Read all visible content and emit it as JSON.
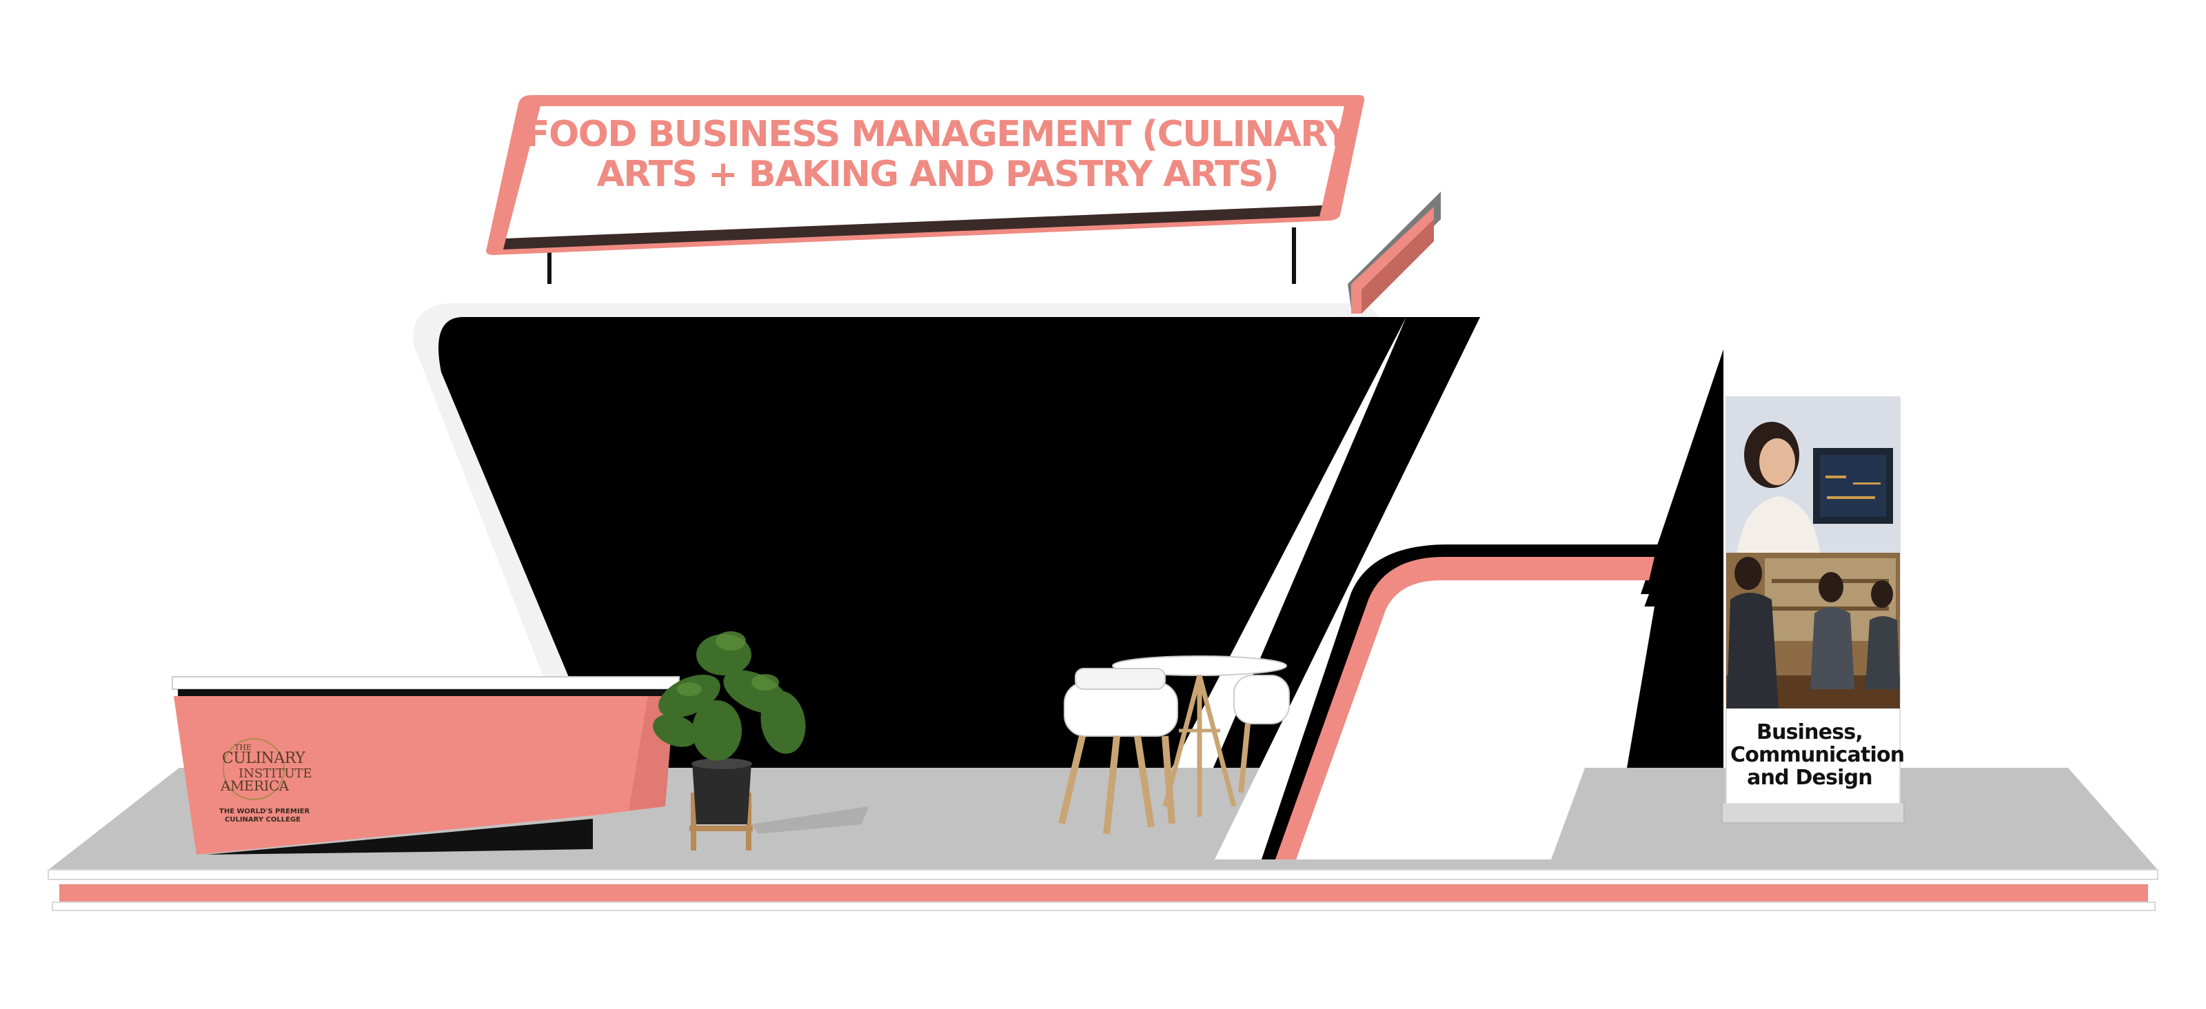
{
  "header_sign": {
    "title": "FOOD BUSINESS MANAGEMENT (CULINARY\nARTS + BAKING AND PASTRY ARTS)"
  },
  "counter_logo": {
    "line_1": "THE",
    "line_2": "CULINARY",
    "line_3": "INSTITUTE",
    "line_4": "AMERICA",
    "tagline_1": "THE WORLD'S PREMIER",
    "tagline_2": "CULINARY COLLEGE"
  },
  "roll_up_banner": {
    "caption": "Business,\nCommunication\nand Design"
  },
  "colors": {
    "accent": "#ef8b82",
    "accent_dark": "#c4675f",
    "wall": "#000000",
    "floor": "#c2c2c2",
    "white": "#ffffff"
  }
}
